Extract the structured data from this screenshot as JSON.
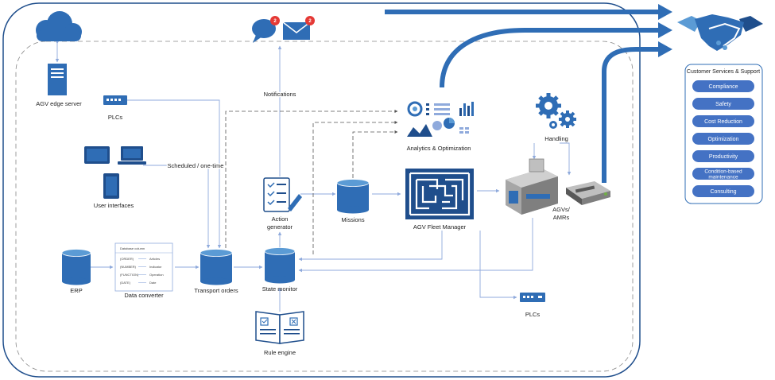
{
  "colors": {
    "primary": "#2F6DB5",
    "dark": "#1F4E8C",
    "light": "#5B9BD5",
    "line": "#8FAADC",
    "badge": "#E53935",
    "pill": "#4472C4"
  },
  "labels": {
    "agv_edge_server": "AGV edge server",
    "plcs_top": "PLCs",
    "scheduled": "Scheduled / one-time",
    "user_interfaces": "User interfaces",
    "notifications": "Notifications",
    "action_generator_1": "Action",
    "action_generator_2": "generator",
    "missions": "Missions",
    "analytics": "Analytics & Optimization",
    "fleet_manager": "AGV Fleet Manager",
    "handling": "Handling",
    "agvs_1": "AGVs/",
    "agvs_2": "AMRs",
    "erp": "ERP",
    "data_converter": "Data converter",
    "transport_orders": "Transport orders",
    "state_monitor": "State monitor",
    "rule_engine": "Rule engine",
    "plcs_bottom": "PLCs"
  },
  "badges": {
    "chat": "2",
    "mail": "2"
  },
  "converter_table": {
    "header": "Database column",
    "rows": [
      {
        "left": "(ORDER)",
        "right": "Articles"
      },
      {
        "left": "(NUMBER)",
        "right": "Indicator"
      },
      {
        "left": "(FUNCTION)",
        "right": "Operation"
      },
      {
        "left": "(DATE)",
        "right": "Date"
      }
    ]
  },
  "services": {
    "title": "Customer Services & Support",
    "items": [
      "Compliance",
      "Safety",
      "Cost Reduction",
      "Optimization",
      "Productivity",
      "Condition-based maintenance",
      "Consulting"
    ]
  },
  "icons": [
    "cloud-icon",
    "server-icon",
    "plc-icon",
    "tablet-icon",
    "laptop-icon",
    "phone-icon",
    "chat-icon",
    "mail-icon",
    "checklist-icon",
    "database-icon",
    "dashboard-icon",
    "maze-icon",
    "gears-icon",
    "agv-icon",
    "amr-icon",
    "book-icon",
    "handshake-icon"
  ]
}
